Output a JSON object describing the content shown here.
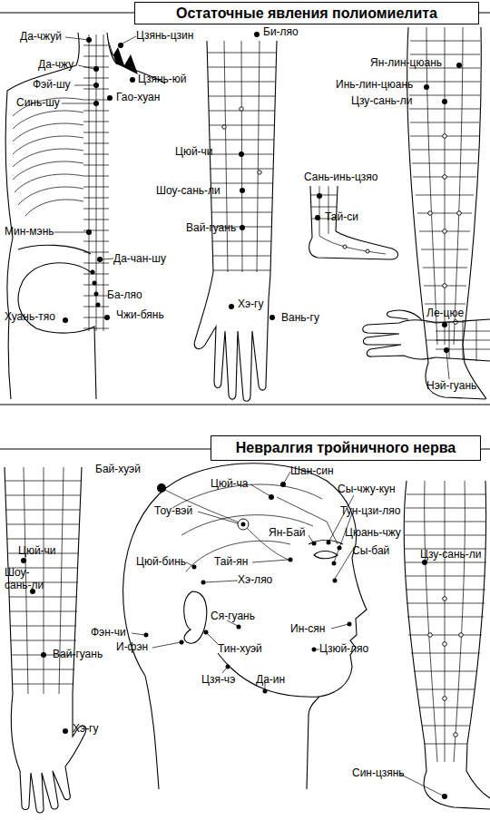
{
  "diagram": {
    "nodes": [
      {
        "text": [
          "Остаточные явления полиомиелита"
        ]
      },
      {
        "text": [
          "Невралгия тройничного нерва"
        ]
      }
    ],
    "labels": [
      "Да-чжуй",
      "Цзянь-цзин",
      "Би-ляо",
      "Да-чжу",
      "Цзянь-юй",
      "Фэй-шу",
      "Гао-хуан",
      "Синь-шу",
      "Ян-лин-цюань",
      "Инь-лин-цюань",
      "Цзу-сань-ли",
      "Цюй-чи",
      "Сань-инь-цзяо",
      "Шоу-сань-ли",
      "Тай-си",
      "Мин-мэнь",
      "Вай-гуань",
      "Да-чан-шу",
      "Ба-ляо",
      "Хуань-тяо",
      "Чжи-бянь",
      "Хэ-гу",
      "Вань-гу",
      "Ле-цюе",
      "Нэй-гуань",
      "Бай-хуэй",
      "Шан-син",
      "Цюй-ча",
      "Сы-чжу-кун",
      "Тоу-вэй",
      "Тун-цзи-ляо",
      "Ян-Бай",
      "Цюань-чжу",
      "Цюй-чи",
      "Сы-бай",
      "Цзу-сань-ли",
      "Цюй-бинь",
      "Тай-ян",
      "Шоу- сань-ли",
      "Хэ-ляо",
      "Ся-гуань",
      "Фэн-чи",
      "Ин-сян",
      "И-фэн",
      "Тин-хуэй",
      "Цзюй-ляо",
      "Вай-гуань",
      "Цзя-чэ",
      "Да-ин",
      "Хэ-гу",
      "Син-цзянь"
    ]
  }
}
